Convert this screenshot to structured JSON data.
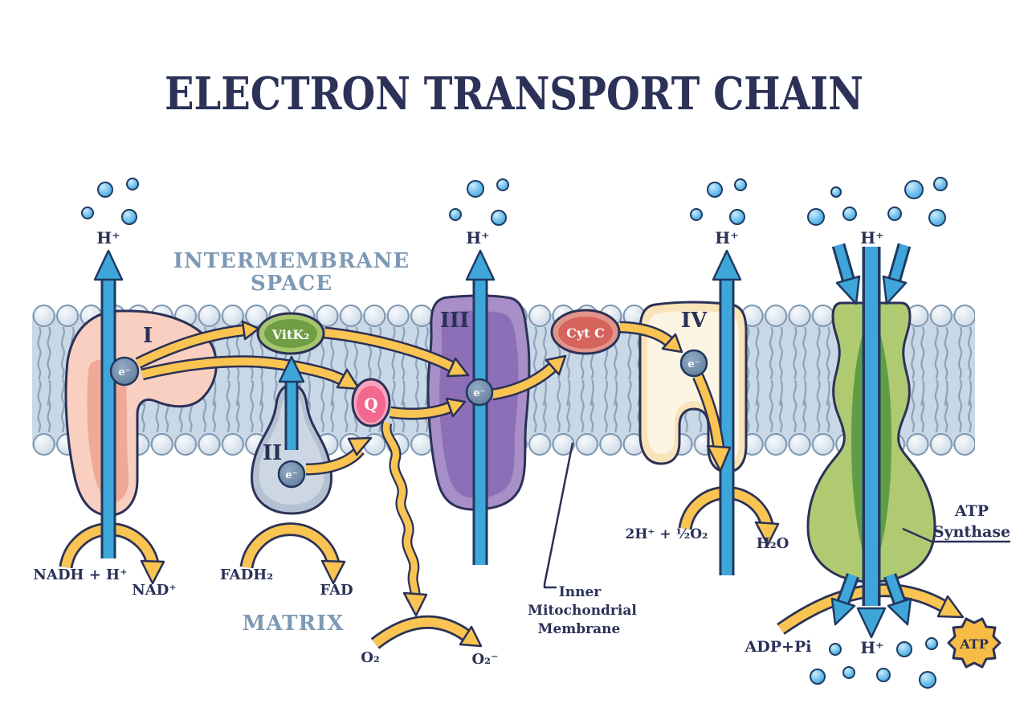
{
  "title": "ELECTRON TRANSPORT CHAIN",
  "regions": {
    "intermembrane_space_line1": "INTERMEMBRANE",
    "intermembrane_space_line2": "SPACE",
    "matrix": "MATRIX"
  },
  "labels": {
    "h_plus": "H⁺",
    "electron": "e⁻",
    "complex_1": "I",
    "complex_2": "II",
    "complex_3": "III",
    "complex_4": "IV",
    "vitk2": "VitK₂",
    "q": "Q",
    "cyt_c": "Cyt C",
    "nadh": "NADH + H⁺",
    "nad": "NAD⁺",
    "fadh2": "FADH₂",
    "fad": "FAD",
    "o2": "O₂",
    "o2_minus": "O₂⁻",
    "oxygen_half": "2H⁺ + ½O₂",
    "h2o": "H₂O",
    "adp_pi": "ADP+Pi",
    "atp": "ATP",
    "atp_synthase_line1": "ATP",
    "atp_synthase_line2": "Synthase",
    "inner_membrane_line1": "Inner",
    "inner_membrane_line2": "Mitochondrial",
    "inner_membrane_line3": "Membrane"
  },
  "colors": {
    "title_navy": "#2b3157",
    "outline_navy": "#1e3a61",
    "region_label_blue": "#7d99b4",
    "arrow_blue": "#3fa6da",
    "arrow_yellow": "#f9c452",
    "membrane_fill": "#c9d8e7",
    "lipid_head": "#e9eff6",
    "complex1_pink": "#f8cfc0",
    "complex1_shade": "#efaa97",
    "complex2_gray": "#b3c1d2",
    "complex2_highlight": "#ccd7e3",
    "complex3_purple": "#a88fc7",
    "complex3_shade": "#8d6fb8",
    "complex4_cream": "#f9e3b8",
    "complex4_highlight": "#fdf5e4",
    "atp_synthase_green": "#b0ca72",
    "atp_synthase_shade": "#5f9e47",
    "vitk2_green": "#6f9e44",
    "vitk2_rim": "#a8c56d",
    "q_pink": "#f2688f",
    "q_rim": "#f8a3bc",
    "cytc_red": "#d4645c",
    "cytc_rim": "#e2948b",
    "electron_slate": "#6e88a5",
    "proton_dot": "#5bb4e6",
    "atp_star": "#f6bc45"
  }
}
